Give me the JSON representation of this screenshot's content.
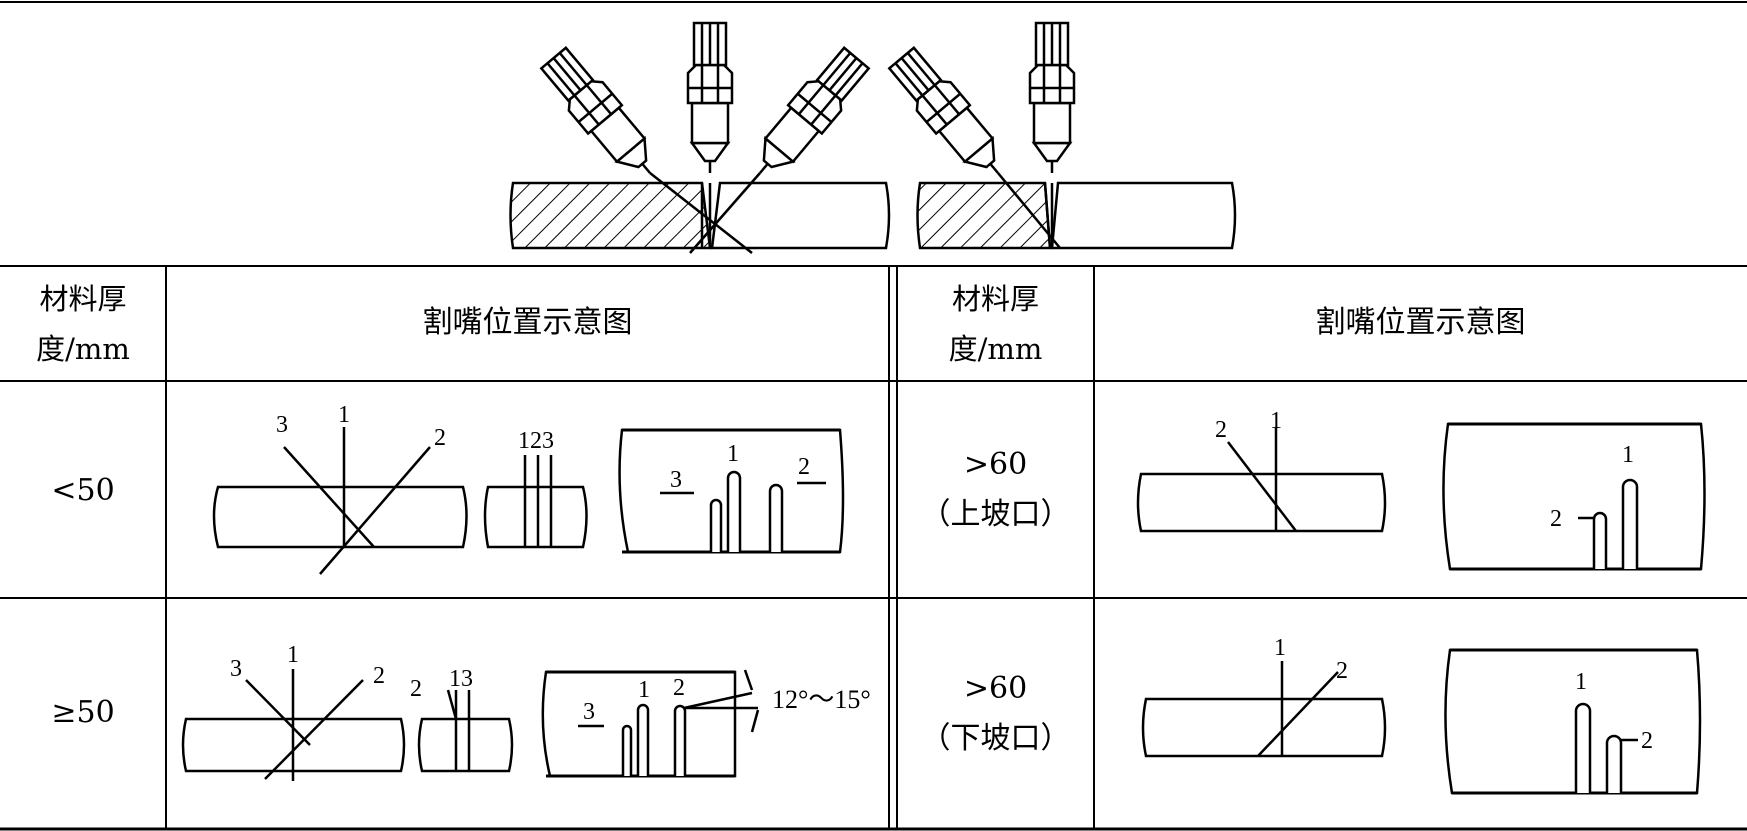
{
  "table": {
    "header": {
      "thickness_line1": "材料厚",
      "thickness_line2": "度/mm",
      "diagram": "割嘴位置示意图"
    },
    "rows": [
      {
        "left_thickness": "<50",
        "right_thickness_line1": ">60",
        "right_thickness_line2": "（上坡口）"
      },
      {
        "left_thickness": "≥50",
        "right_thickness_line1": ">60",
        "right_thickness_line2": "（下坡口）"
      }
    ],
    "labels": {
      "n1": "1",
      "n2": "2",
      "n3": "3",
      "n123": "123",
      "n13": "13",
      "angle": "12°～15°",
      "tag2": "2"
    }
  }
}
